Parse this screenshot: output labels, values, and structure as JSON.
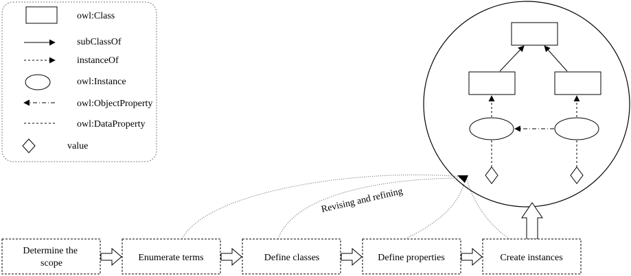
{
  "legend": {
    "class": "owl:Class",
    "subclass": "subClassOf",
    "instance_of": "instanceOf",
    "instance": "owl:Instance",
    "object_property": "owl:ObjectProperty",
    "data_property": "owl:DataProperty",
    "value": "value"
  },
  "steps": [
    {
      "lines": [
        "Determine the",
        "scope"
      ]
    },
    {
      "lines": [
        "Enumerate terms"
      ]
    },
    {
      "lines": [
        "Define classes"
      ]
    },
    {
      "lines": [
        "Define properties"
      ]
    },
    {
      "lines": [
        "Create instances"
      ]
    }
  ],
  "feedback_label": "Revising and refining"
}
